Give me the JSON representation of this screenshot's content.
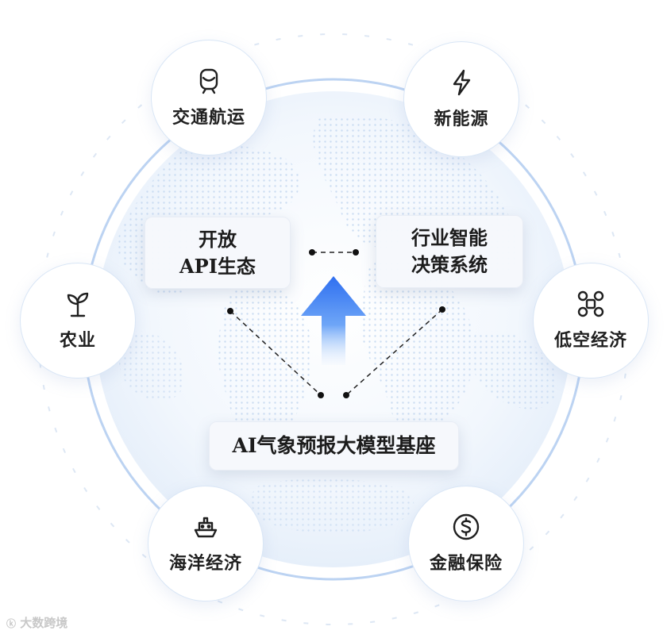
{
  "nodes": {
    "transport": {
      "label": "交通航运",
      "icon": "train-icon"
    },
    "energy": {
      "label": "新能源",
      "icon": "lightning-icon"
    },
    "agriculture": {
      "label": "农业",
      "icon": "sprout-icon"
    },
    "low_altitude": {
      "label": "低空经济",
      "icon": "drone-icon"
    },
    "marine": {
      "label": "海洋经济",
      "icon": "ship-icon"
    },
    "finance": {
      "label": "金融保险",
      "icon": "dollar-icon"
    }
  },
  "cards": {
    "open_api": {
      "line1": "开放",
      "line2": "API生态"
    },
    "decision": {
      "line1": "行业智能",
      "line2": "决策系统"
    },
    "base_model": {
      "label": "AI气象预报大模型基座"
    }
  },
  "watermark": {
    "text": "大数跨境"
  },
  "colors": {
    "accent_blue": "#3b82f6",
    "ring": "#bcd3f2",
    "dots": "#c9dcf3"
  }
}
